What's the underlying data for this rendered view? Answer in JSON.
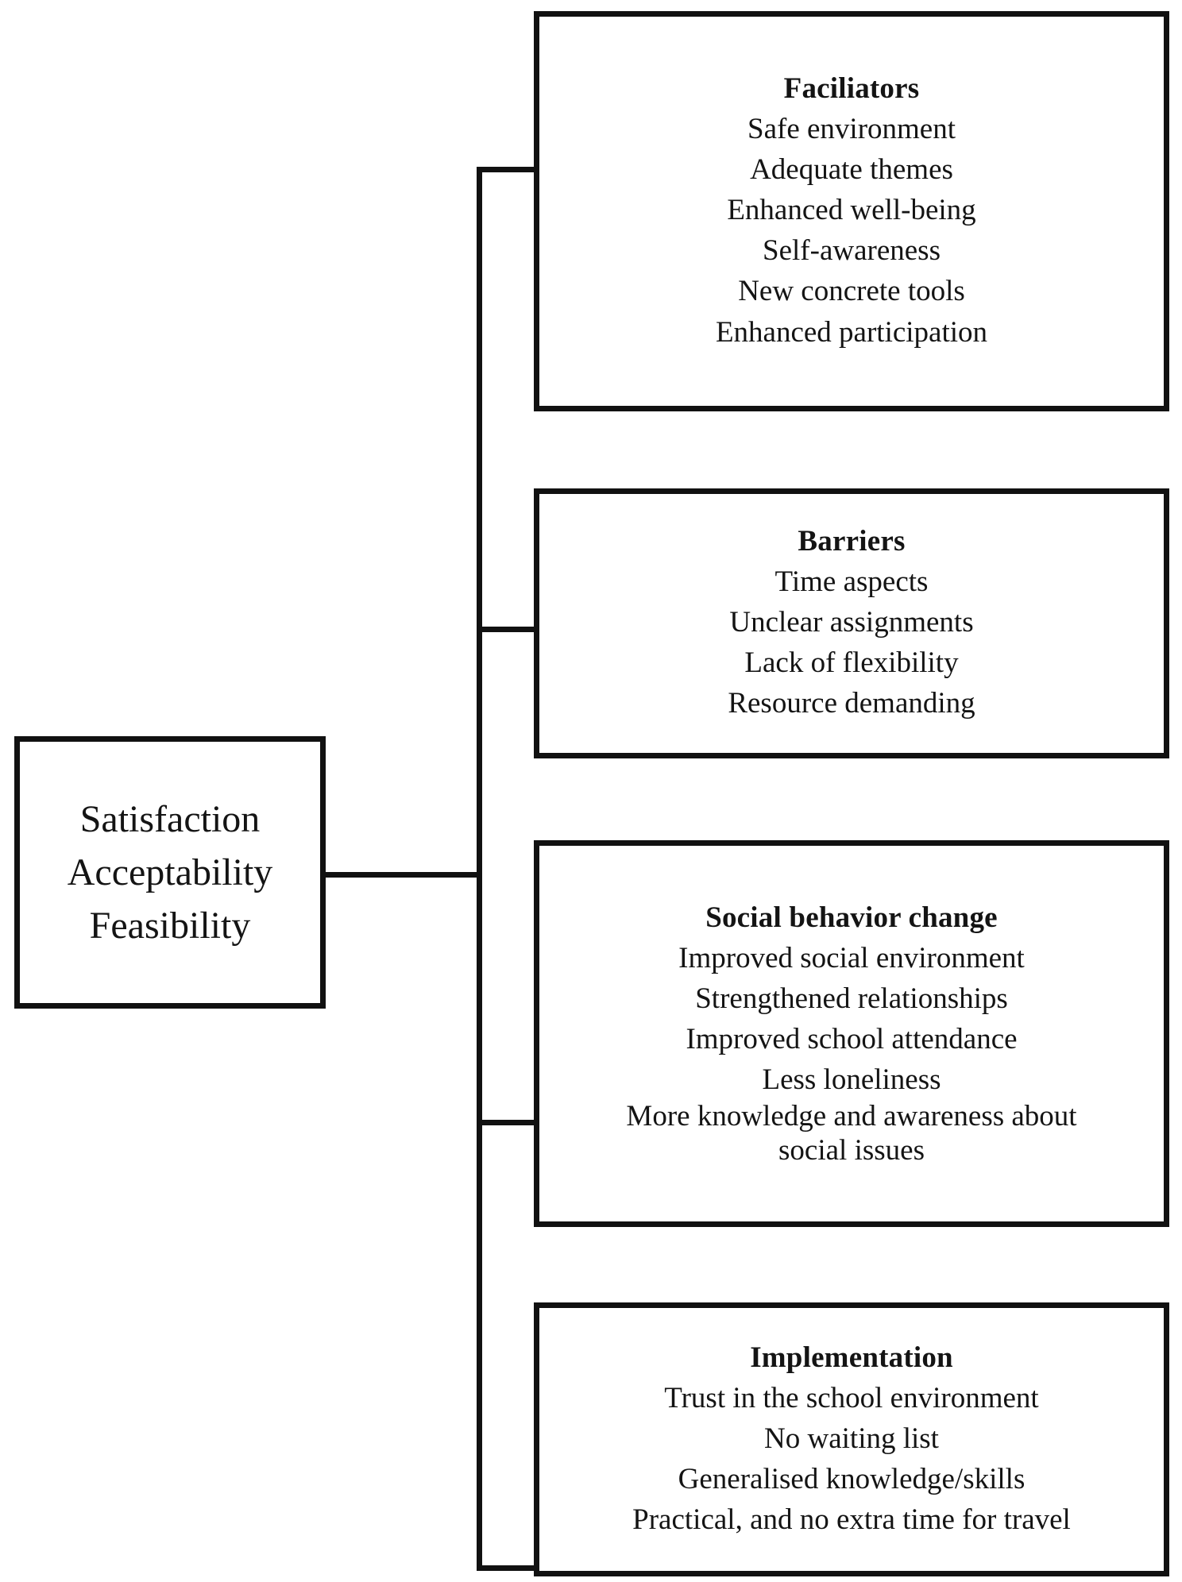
{
  "diagram": {
    "type": "tree-diagram",
    "orientation": "left-to-right",
    "line_color": "#111111",
    "box_border_color": "#111111",
    "background_color": "#ffffff",
    "root": {
      "lines": [
        "Satisfaction",
        "Acceptability",
        "Feasibility"
      ]
    },
    "branches": [
      {
        "title": "Faciliators",
        "items": [
          "Safe environment",
          "Adequate themes",
          "Enhanced well-being",
          "Self-awareness",
          "New concrete tools",
          "Enhanced participation"
        ]
      },
      {
        "title": "Barriers",
        "items": [
          "Time aspects",
          "Unclear assignments",
          "Lack of flexibility",
          "Resource demanding"
        ]
      },
      {
        "title": "Social behavior change",
        "items": [
          "Improved social environment",
          "Strengthened relationships",
          "Improved school attendance",
          "Less loneliness",
          "More knowledge and awareness about social issues"
        ]
      },
      {
        "title": "Implementation",
        "items": [
          "Trust in the school environment",
          "No waiting list",
          "Generalised knowledge/skills",
          "Practical, and no extra time for travel"
        ]
      }
    ]
  }
}
